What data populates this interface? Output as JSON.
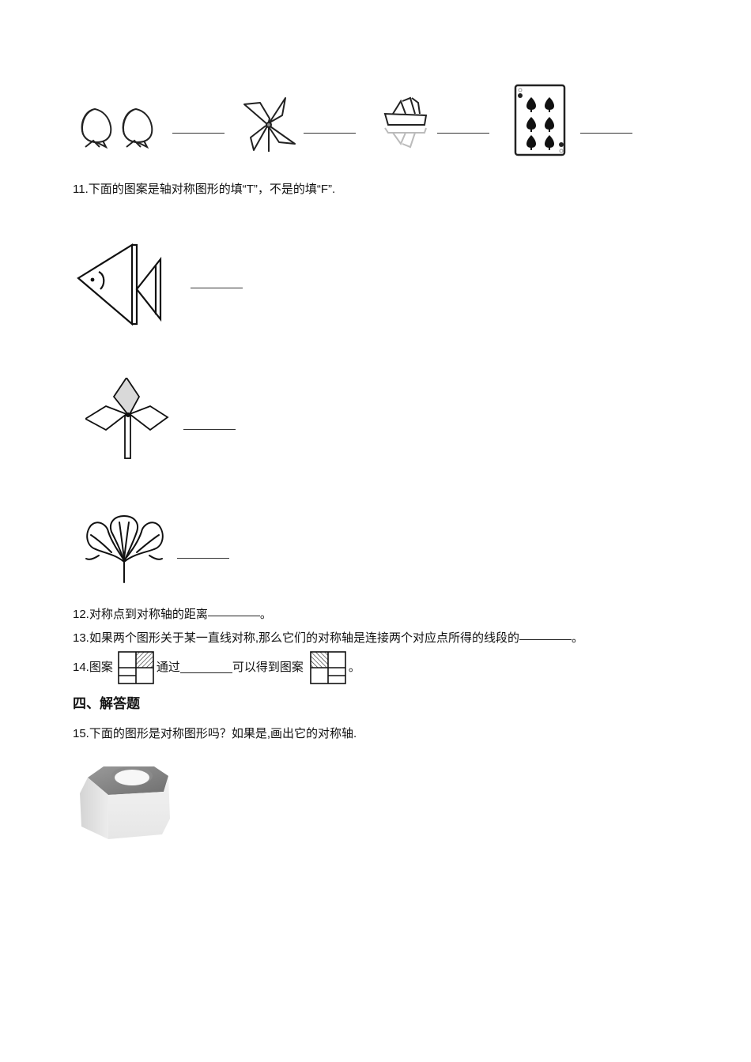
{
  "q10_row": {
    "figures": [
      {
        "name": "peaches",
        "blank": ""
      },
      {
        "name": "pinwheel",
        "blank": ""
      },
      {
        "name": "boat-with-reflection",
        "blank": ""
      },
      {
        "name": "playing-card-six-spades",
        "blank": ""
      }
    ]
  },
  "q11": {
    "number": "11.",
    "text": "下面的图案是轴对称图形的填“T”，不是的填“F”.",
    "figures": [
      {
        "name": "fish",
        "blank": ""
      },
      {
        "name": "flower-diamonds",
        "blank": ""
      },
      {
        "name": "ginkgo-leaf",
        "blank": ""
      }
    ]
  },
  "q12": {
    "number": "12.",
    "text_before": "对称点到对称轴的距离",
    "text_after": "。"
  },
  "q13": {
    "number": "13.",
    "text_before": "如果两个图形关于某一直线对称,那么它们的对称轴是连接两个对应点所得的线段的",
    "text_after": "。"
  },
  "q14": {
    "number": "14.",
    "text_1": "图案",
    "text_2": "通过",
    "text_3": "可以得到图案",
    "text_4": "。"
  },
  "section4": {
    "title": "四、解答题"
  },
  "q15": {
    "number": "15.",
    "text": "下面的图形是对称图形吗？如果是,画出它的对称轴."
  }
}
